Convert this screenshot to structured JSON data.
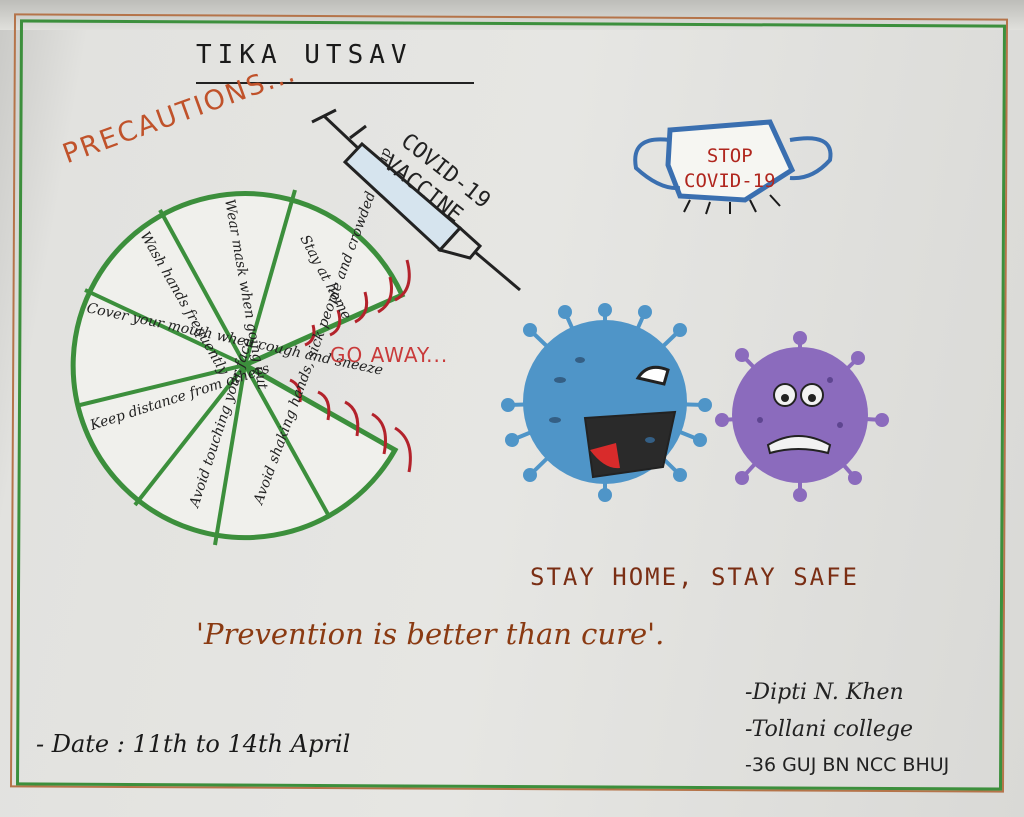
{
  "title": "TIKA UTSAV",
  "precautions_heading": "PRECAUTIONS...",
  "vaccine_label": "COVID-19\nVACCINE",
  "mask_label": "STOP\nCOVID-19",
  "go_away": "GO AWAY...",
  "slogan": "STAY HOME, STAY SAFE",
  "quote": "'Prevention is better than cure'.",
  "precautions": [
    "Stay at home",
    "Avoid shaking hands, sick people and crowded group",
    "Avoid touching your face",
    "Keep distance from others",
    "Cover your mouth when cough and sneeze",
    "Wash hands frequently",
    "Wear mask when going out"
  ],
  "signature": {
    "name": "-Dipti N. Khen",
    "college": "-Tollani college",
    "unit": "-36 GUJ BN NCC BHUJ"
  },
  "date": "- Date : 11th to 14th April",
  "colors": {
    "pie_green": "#3c8f3c",
    "accent_orange": "#c0522a",
    "virus_blue": "#4f95c8",
    "virus_purple": "#8b6bbd"
  }
}
